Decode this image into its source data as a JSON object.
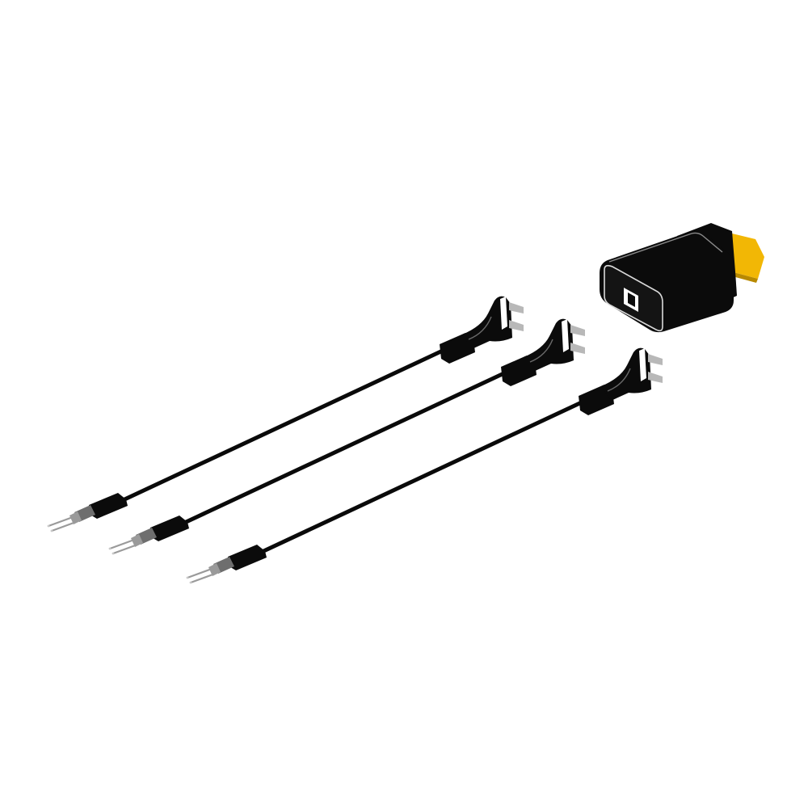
{
  "scene": {
    "background": "#ffffff",
    "objects": [
      {
        "kind": "cable",
        "name": "cable-1",
        "icon": "fan-cable-icon"
      },
      {
        "kind": "cable",
        "name": "cable-2",
        "icon": "fan-cable-icon"
      },
      {
        "kind": "cable",
        "name": "cable-3",
        "icon": "fan-cable-icon"
      },
      {
        "kind": "adapter",
        "name": "adapter-hub",
        "icon": "usb-adapter-icon"
      }
    ]
  },
  "colors": {
    "body": "#0b0b0b",
    "cable": "#0a0a0a",
    "highlight": "#6b6b6b",
    "pin_metal": "#9a9a9a",
    "pin_tip": "#c8c8c8",
    "connector_plate": "#b8b8b8",
    "adapter_yellow": "#f2b705",
    "adapter_edge": "#d9d9d9"
  }
}
